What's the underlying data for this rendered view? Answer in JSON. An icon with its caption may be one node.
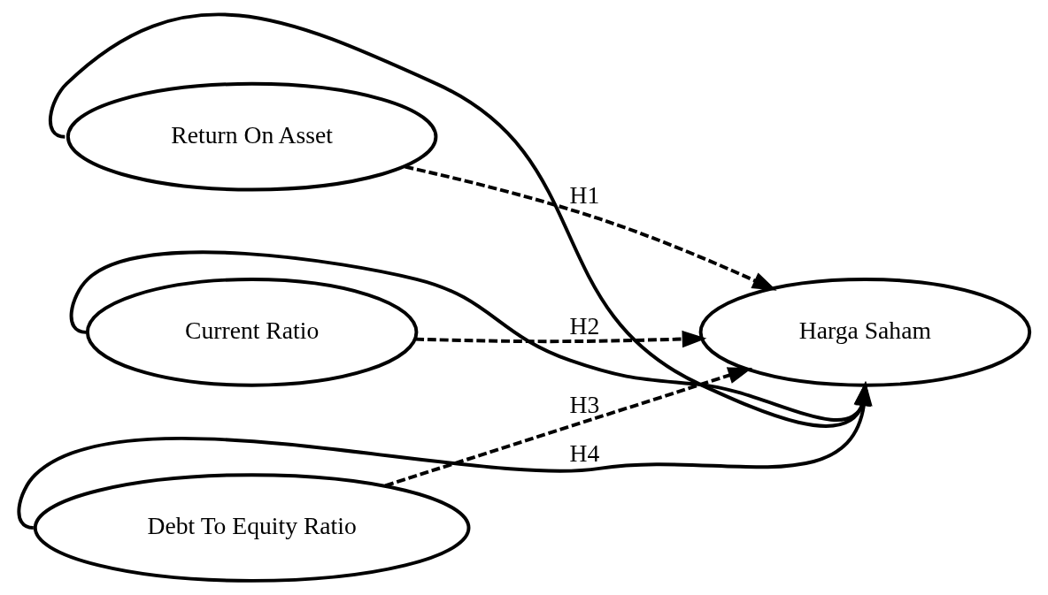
{
  "diagram": {
    "nodes": [
      {
        "text": [
          "Return On Asset"
        ]
      },
      {
        "text": [
          "Current Ratio"
        ]
      },
      {
        "text": [
          "Debt To Equity Ratio"
        ]
      },
      {
        "text": [
          "Harga Saham"
        ]
      }
    ],
    "edges": [
      {
        "from": 0,
        "to": 3,
        "arrow": "to",
        "style": "dashed",
        "label": "H1"
      },
      {
        "from": 1,
        "to": 3,
        "arrow": "to",
        "style": "dashed",
        "label": "H2"
      },
      {
        "from": 2,
        "to": 3,
        "arrow": "to",
        "style": "dashed",
        "label": "H3"
      },
      {
        "from": 0,
        "to": 3,
        "arrow": "to"
      },
      {
        "from": 1,
        "to": 3,
        "arrow": "to"
      },
      {
        "from": 2,
        "to": 3,
        "arrow": "to",
        "label": "H4"
      }
    ]
  }
}
